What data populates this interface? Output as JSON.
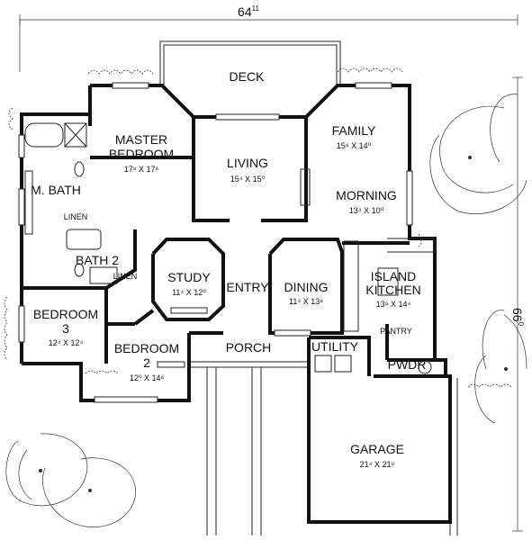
{
  "overall_dims": {
    "width": "64",
    "width_sup": "11",
    "depth": "66",
    "depth_sup": "0"
  },
  "rooms": {
    "deck": {
      "name": "DECK"
    },
    "master_bedroom": {
      "name1": "MASTER",
      "name2": "BEDROOM",
      "dim": "17⁸ X 17⁶"
    },
    "living": {
      "name": "LIVING",
      "dim": "15⁴ X 15⁰"
    },
    "family": {
      "name": "FAMILY",
      "dim": "15⁸ X 14⁰"
    },
    "morning": {
      "name": "MORNING",
      "dim": "13⁴ X 10⁰"
    },
    "m_bath": {
      "name": "M. BATH"
    },
    "linen_1": {
      "name": "LINEN"
    },
    "bath_2": {
      "name": "BATH 2"
    },
    "linen_2": {
      "name": "LINEN"
    },
    "study": {
      "name": "STUDY",
      "dim": "11⁴ X 12⁰"
    },
    "entry": {
      "name": "ENTRY"
    },
    "dining": {
      "name": "DINING",
      "dim": "11⁴ X 13⁸"
    },
    "island_kitchen": {
      "name1": "ISLAND",
      "name2": "KITCHEN",
      "dim": "13⁸ X 14⁴"
    },
    "bedroom_3": {
      "name1": "BEDROOM",
      "name2": "3",
      "dim": "12⁴ X 12⁴"
    },
    "bedroom_2": {
      "name1": "BEDROOM",
      "name2": "2",
      "dim": "12⁰ X 14⁶"
    },
    "porch": {
      "name": "PORCH"
    },
    "utility": {
      "name": "UTILITY"
    },
    "pantry": {
      "name": "PANTRY"
    },
    "pwdr": {
      "name": "PWDR"
    },
    "garage": {
      "name": "GARAGE",
      "dim": "21⁴ X 21⁸"
    }
  }
}
